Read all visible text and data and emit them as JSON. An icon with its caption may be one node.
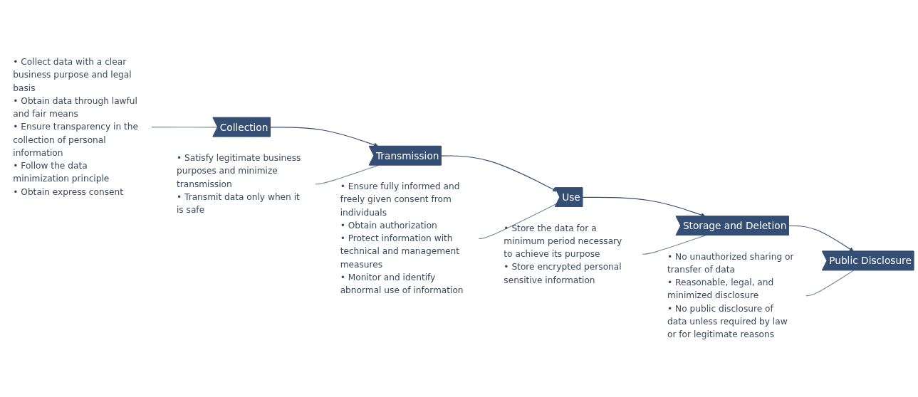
{
  "diagram": {
    "nodes": [
      {
        "text": [
          "• Satisfy legitimate business purposes and minimize transmission",
          "• Transmit data only when it is safe"
        ]
      },
      {
        "text": [
          "• Store the data for a minimum period necessary to achieve its purpose",
          "• Store encrypted personal sensitive information"
        ]
      },
      {
        "text": [
          "Collection"
        ]
      },
      {
        "text": [
          "Transmission"
        ]
      },
      {
        "text": [
          "Use"
        ]
      },
      {
        "text": [
          "Storage and Deletion"
        ]
      },
      {
        "text": [
          "Public Disclosure"
        ]
      },
      {
        "text": [
          "• Collect data with a clear business purpose and legal basis",
          "• Obtain data through lawful and fair means",
          "• Ensure transparency in the collection of personal information",
          "• Follow the data minimization principle",
          "• Obtain express consent"
        ]
      },
      {
        "text": [
          "• Ensure fully informed and freely given consent from individuals",
          "• Obtain authorization",
          "• Protect information with technical and management measures",
          "• Monitor and identify abnormal use of information"
        ]
      },
      {
        "text": [
          "• No unauthorized sharing or transfer of data",
          "• Reasonable, legal, and minimized disclosure",
          "• No public disclosure of data unless required by law or for legitimate reasons"
        ]
      }
    ],
    "edges": [
      {
        "from": 2,
        "to": 3,
        "arrow": "to"
      },
      {
        "from": 3,
        "to": 4,
        "arrow": "to"
      },
      {
        "from": 4,
        "to": 5,
        "arrow": "to"
      },
      {
        "from": 5,
        "to": 6,
        "arrow": "to"
      },
      {
        "from": 7,
        "to": 2,
        "arrow": "none"
      },
      {
        "from": 0,
        "to": 3,
        "arrow": "none"
      },
      {
        "from": 8,
        "to": 4,
        "arrow": "none"
      },
      {
        "from": 1,
        "to": 5,
        "arrow": "none"
      },
      {
        "from": 9,
        "to": 6,
        "arrow": "none"
      }
    ]
  }
}
